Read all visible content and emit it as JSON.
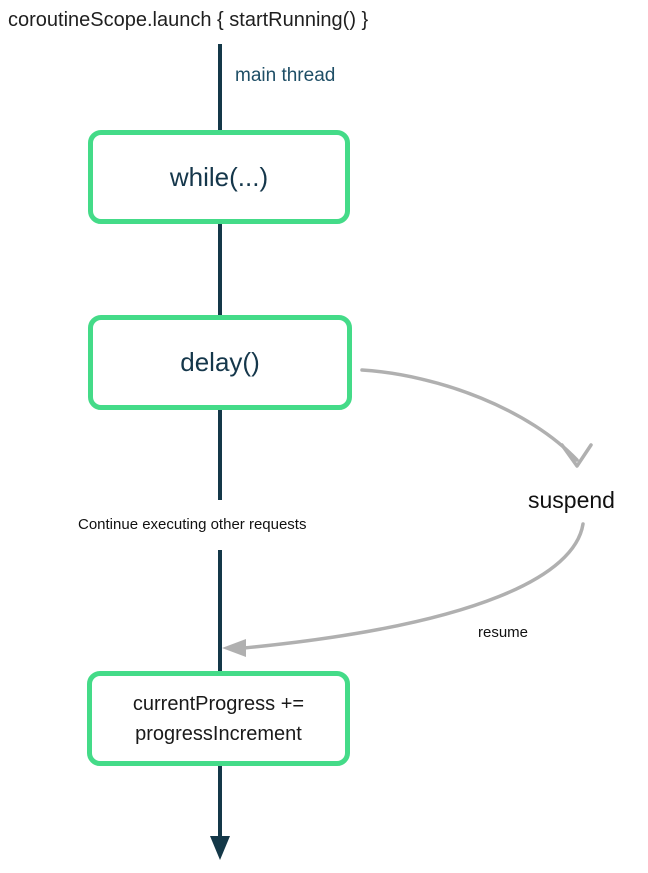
{
  "title": "coroutineScope.launch { startRunning() }",
  "thread": {
    "label": "main thread"
  },
  "nodes": {
    "while_loop": {
      "label": "while(...)"
    },
    "delay_call": {
      "label": "delay()"
    },
    "progress_update": {
      "label": "currentProgress +=\nprogressIncrement"
    }
  },
  "annotations": {
    "continue_note": "Continue executing other requests",
    "suspend_label": "suspend",
    "resume_label": "resume"
  },
  "colors": {
    "box_border_green": "#44db88",
    "thread_line_navy": "#143848",
    "box_text_navy": "#15374b",
    "thread_label_blue": "#1e4e66",
    "arrow_gray": "#b0b0b0",
    "text_black": "#1a1a1a",
    "background": "#ffffff"
  }
}
